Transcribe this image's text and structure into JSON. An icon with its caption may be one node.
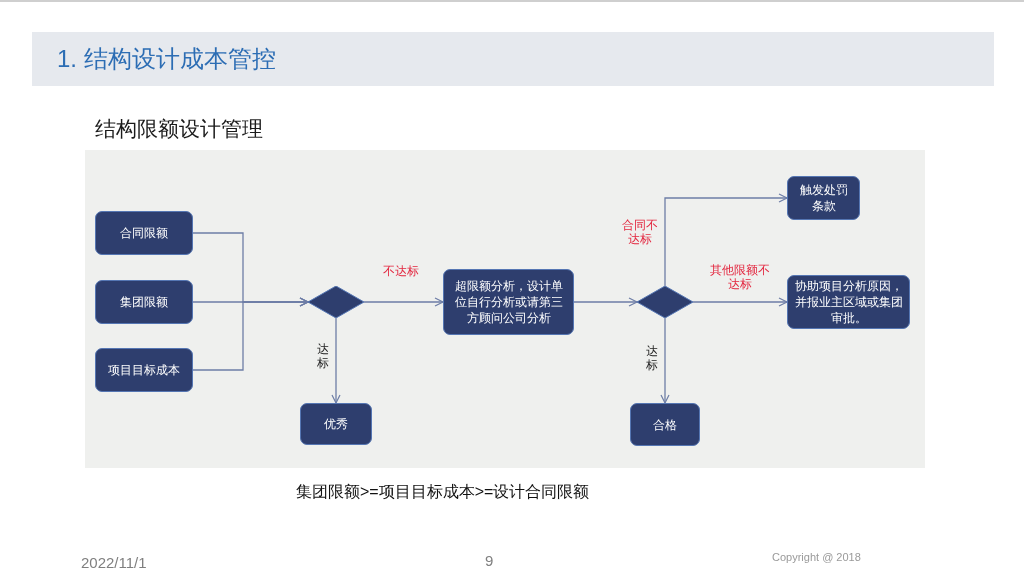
{
  "diagram": {
    "title": "1. 结构设计成本管控",
    "caption": "集团限额>=项目目标成本>=设计合同限额",
    "nodes": [
      {
        "text": [
          "合同限额"
        ]
      },
      {
        "text": [
          "集团限额"
        ]
      },
      {
        "text": [
          "项目目标成本"
        ]
      },
      {
        "text": [],
        "shape": "diamond"
      },
      {
        "text": [
          "超限额分析，设计单位自行分析或请第三方顾问公司分析"
        ]
      },
      {
        "text": [],
        "shape": "diamond"
      },
      {
        "text": [
          "触发处罚条款"
        ]
      },
      {
        "text": [
          "协助项目分析原因，并报业主区域或集团审批。"
        ]
      },
      {
        "text": [
          "优秀"
        ]
      },
      {
        "text": [
          "合格"
        ]
      }
    ],
    "edges": [
      {
        "from": 0,
        "to": 3,
        "arrow": "to"
      },
      {
        "from": 1,
        "to": 3,
        "arrow": "to"
      },
      {
        "from": 2,
        "to": 3,
        "arrow": "to"
      },
      {
        "from": 3,
        "to": 4,
        "arrow": "to",
        "label": "不达标"
      },
      {
        "from": 3,
        "to": 8,
        "arrow": "to",
        "label": "达标"
      },
      {
        "from": 4,
        "to": 5,
        "arrow": "to"
      },
      {
        "from": 5,
        "to": 6,
        "arrow": "to",
        "label": "合同不达标"
      },
      {
        "from": 5,
        "to": 7,
        "arrow": "to",
        "label": "其他限额不达标"
      },
      {
        "from": 5,
        "to": 9,
        "arrow": "to",
        "label": "达标"
      }
    ],
    "labels": [
      "结构限额设计管理",
      "2022/11/1",
      "9",
      "Copyright @ 2018"
    ]
  }
}
